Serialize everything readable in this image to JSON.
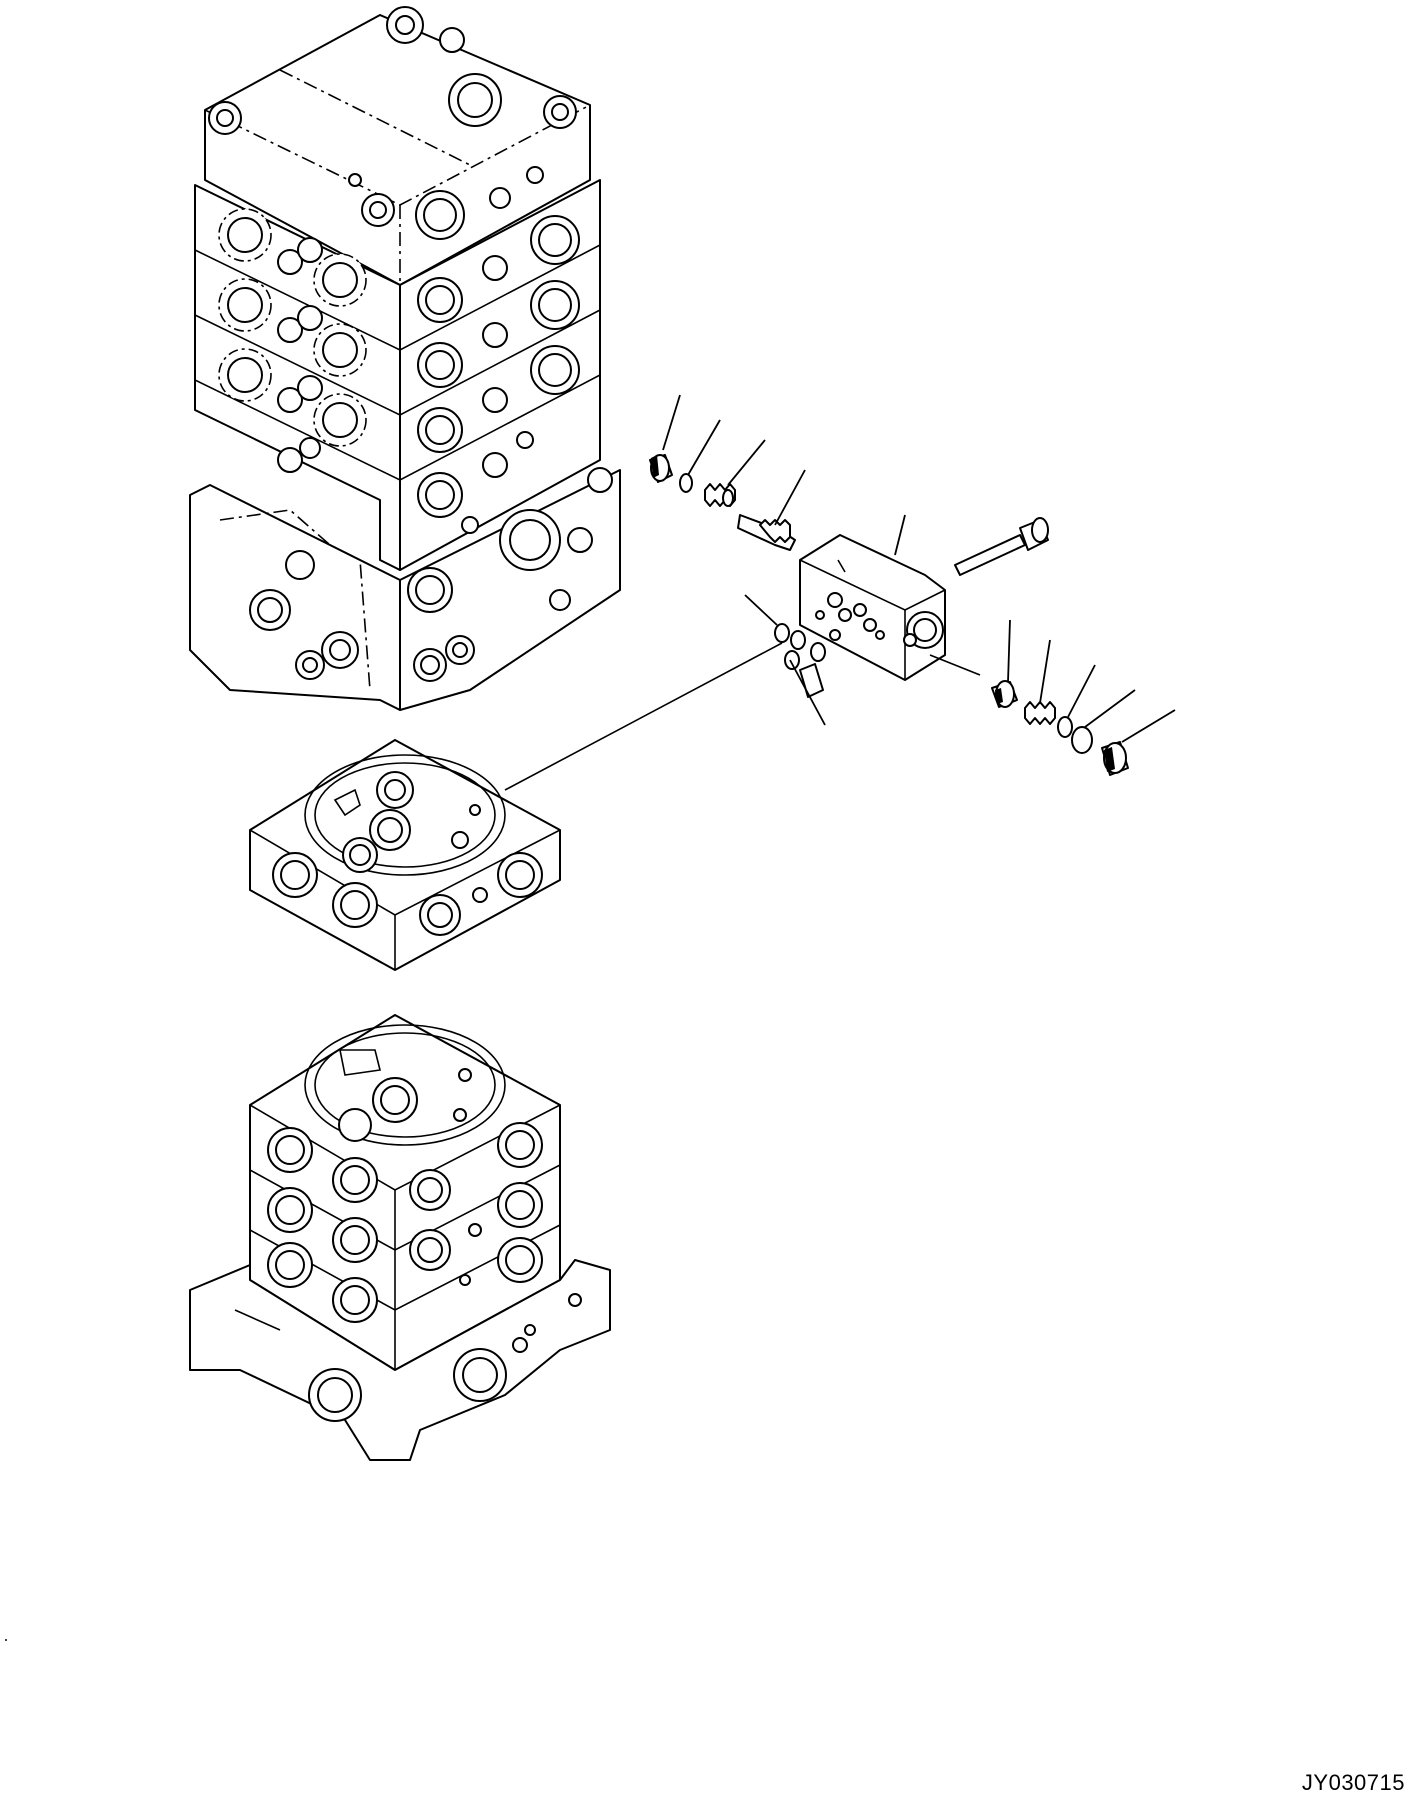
{
  "figure": {
    "code": "JY030715"
  },
  "parts": [
    {
      "id": "upper-valve-stack"
    },
    {
      "id": "middle-valve-section"
    },
    {
      "id": "lower-valve-stack"
    },
    {
      "id": "relief-valve-block"
    },
    {
      "id": "mounting-bolt"
    },
    {
      "id": "plug-upper"
    },
    {
      "id": "o-ring-upper"
    },
    {
      "id": "spring-upper"
    },
    {
      "id": "poppet"
    },
    {
      "id": "o-ring-set"
    },
    {
      "id": "plug-lower"
    },
    {
      "id": "spring-lower"
    },
    {
      "id": "o-ring-lower-1"
    },
    {
      "id": "o-ring-lower-2"
    },
    {
      "id": "plug-end"
    }
  ]
}
